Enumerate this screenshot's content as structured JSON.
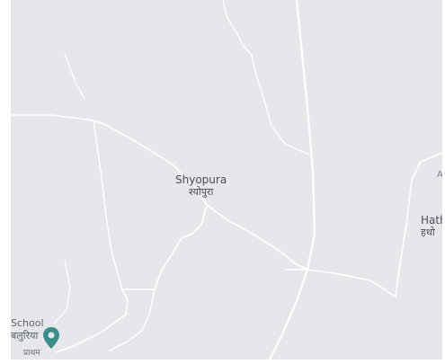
{
  "map": {
    "background_color": "#e5e7ea",
    "road_color": "#ffffff",
    "places": {
      "shyopura": {
        "name": "Shyopura",
        "name_local": "श्योपुरा"
      },
      "hath": {
        "name": "Hath",
        "name_local": "हथो"
      },
      "school": {
        "name": "School",
        "name_local": "बलुरिया",
        "name_local_2": "प्राथम"
      }
    },
    "edge_fragment_text": "A",
    "poi_pin_color": "#3c8c8c"
  }
}
